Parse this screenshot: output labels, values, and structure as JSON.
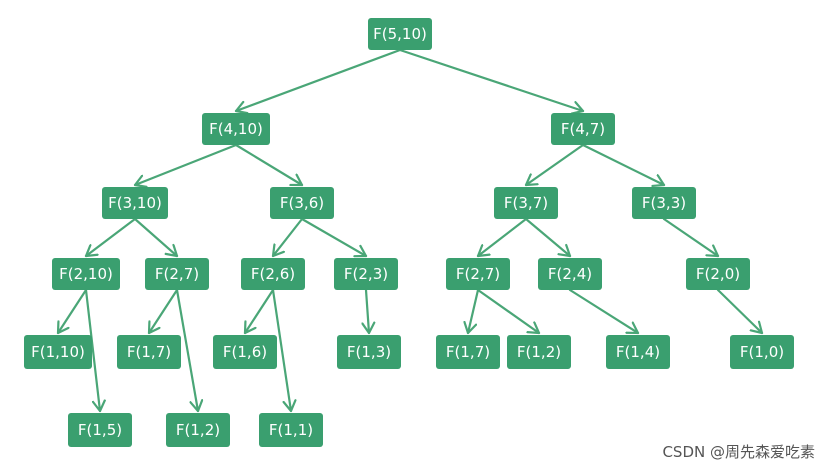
{
  "diagram": {
    "colors": {
      "node": "#3a9f6f",
      "edge": "#4aa677",
      "text": "#ffffff"
    },
    "nodes": [
      {
        "id": "n5_10",
        "label": "F(5,10)"
      },
      {
        "id": "n4_10",
        "label": "F(4,10)"
      },
      {
        "id": "n4_7",
        "label": "F(4,7)"
      },
      {
        "id": "n3_10",
        "label": "F(3,10)"
      },
      {
        "id": "n3_6",
        "label": "F(3,6)"
      },
      {
        "id": "n3_7",
        "label": "F(3,7)"
      },
      {
        "id": "n3_3",
        "label": "F(3,3)"
      },
      {
        "id": "n2_10",
        "label": "F(2,10)"
      },
      {
        "id": "n2_7a",
        "label": "F(2,7)"
      },
      {
        "id": "n2_6",
        "label": "F(2,6)"
      },
      {
        "id": "n2_3",
        "label": "F(2,3)"
      },
      {
        "id": "n2_7b",
        "label": "F(2,7)"
      },
      {
        "id": "n2_4",
        "label": "F(2,4)"
      },
      {
        "id": "n2_0",
        "label": "F(2,0)"
      },
      {
        "id": "n1_10",
        "label": "F(1,10)"
      },
      {
        "id": "n1_5",
        "label": "F(1,5)"
      },
      {
        "id": "n1_7a",
        "label": "F(1,7)"
      },
      {
        "id": "n1_2a",
        "label": "F(1,2)"
      },
      {
        "id": "n1_6",
        "label": "F(1,6)"
      },
      {
        "id": "n1_1",
        "label": "F(1,1)"
      },
      {
        "id": "n1_3",
        "label": "F(1,3)"
      },
      {
        "id": "n1_7b",
        "label": "F(1,7)"
      },
      {
        "id": "n1_2b",
        "label": "F(1,2)"
      },
      {
        "id": "n1_4",
        "label": "F(1,4)"
      },
      {
        "id": "n1_0",
        "label": "F(1,0)"
      }
    ],
    "edges": [
      [
        "n5_10",
        "n4_10"
      ],
      [
        "n5_10",
        "n4_7"
      ],
      [
        "n4_10",
        "n3_10"
      ],
      [
        "n4_10",
        "n3_6"
      ],
      [
        "n4_7",
        "n3_7"
      ],
      [
        "n4_7",
        "n3_3"
      ],
      [
        "n3_10",
        "n2_10"
      ],
      [
        "n3_10",
        "n2_7a"
      ],
      [
        "n3_6",
        "n2_6"
      ],
      [
        "n3_6",
        "n2_3"
      ],
      [
        "n3_7",
        "n2_7b"
      ],
      [
        "n3_7",
        "n2_4"
      ],
      [
        "n3_3",
        "n2_0"
      ],
      [
        "n2_10",
        "n1_10"
      ],
      [
        "n2_10",
        "n1_5"
      ],
      [
        "n2_7a",
        "n1_7a"
      ],
      [
        "n2_7a",
        "n1_2a"
      ],
      [
        "n2_6",
        "n1_6"
      ],
      [
        "n2_6",
        "n1_1"
      ],
      [
        "n2_3",
        "n1_3"
      ],
      [
        "n2_7b",
        "n1_7b"
      ],
      [
        "n2_7b",
        "n1_2b"
      ],
      [
        "n2_4",
        "n1_4"
      ],
      [
        "n2_0",
        "n1_0"
      ]
    ]
  },
  "watermark": "CSDN @周先森爱吃素"
}
